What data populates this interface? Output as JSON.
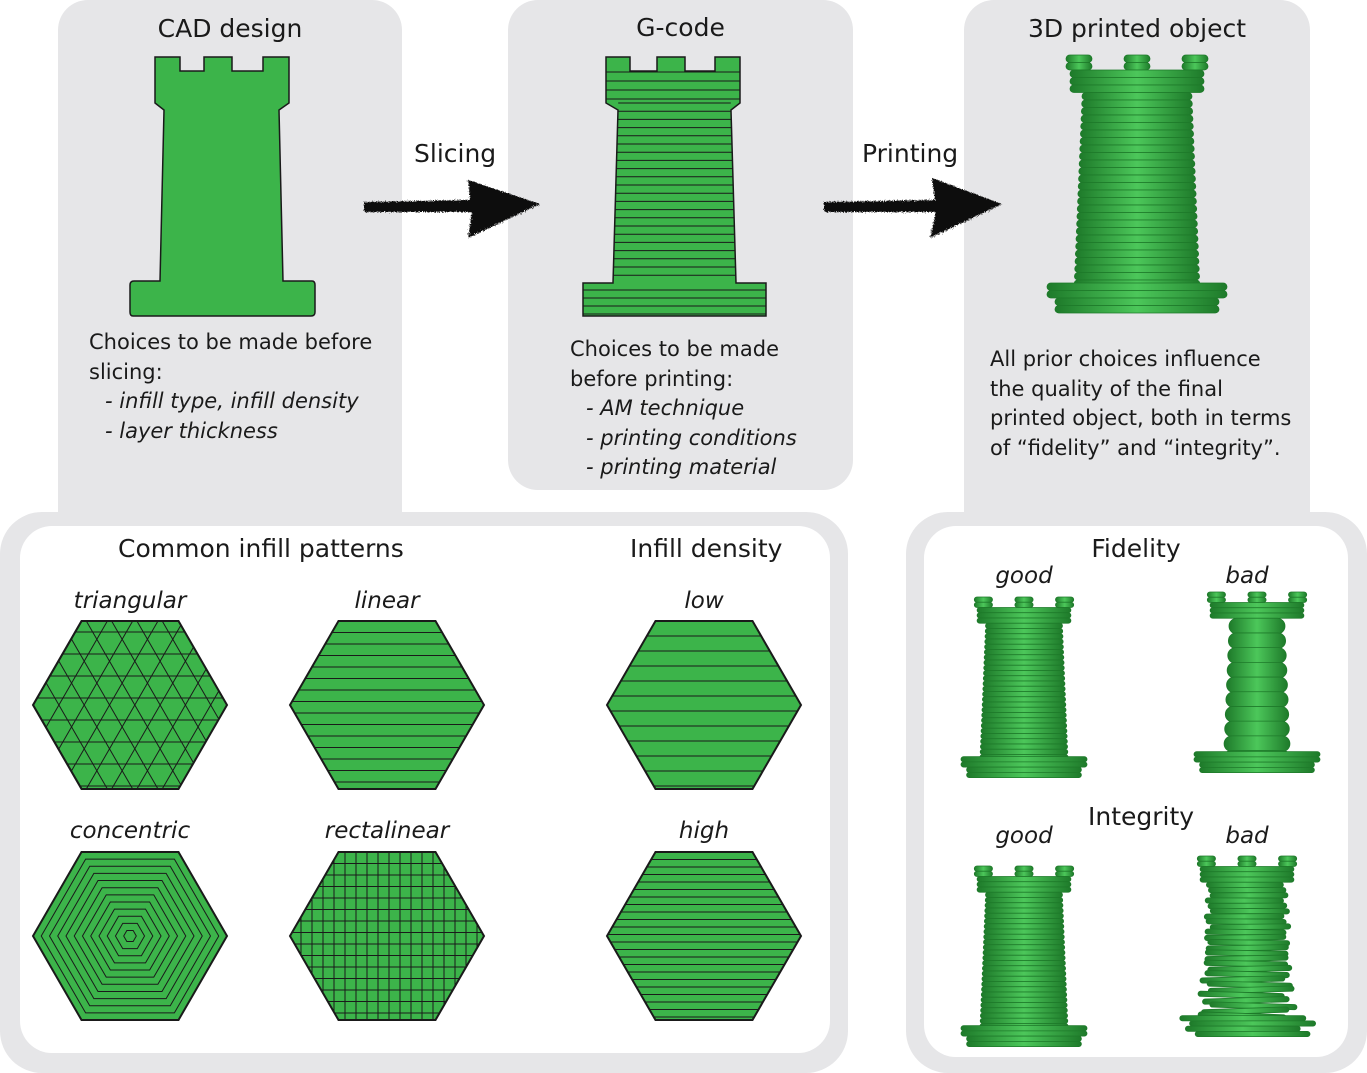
{
  "stages": {
    "cad": {
      "title": "CAD design",
      "desc_lines": [
        "Choices to be made before",
        "slicing:"
      ],
      "items": [
        "- infill type, infill density",
        "- layer thickness"
      ]
    },
    "gcode": {
      "title": "G-code",
      "desc_lines": [
        "Choices to be made",
        "before printing:"
      ],
      "items": [
        "- AM technique",
        "- printing conditions",
        "- printing material"
      ]
    },
    "printed": {
      "title": "3D printed object",
      "desc_lines": [
        "All prior choices influence",
        "the quality of the final",
        "printed object, both in terms",
        "of “fidelity” and “integrity”."
      ]
    }
  },
  "arrows": {
    "slicing": "Slicing",
    "printing": "Printing"
  },
  "infill": {
    "patterns_title": "Common infill patterns",
    "density_title": "Infill density",
    "patterns": [
      "triangular",
      "linear",
      "concentric",
      "rectalinear"
    ],
    "density": [
      "low",
      "high"
    ]
  },
  "quality": {
    "fidelity_title": "Fidelity",
    "integrity_title": "Integrity",
    "good": "good",
    "bad": "bad"
  },
  "colors": {
    "green": "#3cb44a",
    "green_dark": "#1e7a2a",
    "panel_gray": "#e6e6e8",
    "outline": "#1a1a1a"
  }
}
